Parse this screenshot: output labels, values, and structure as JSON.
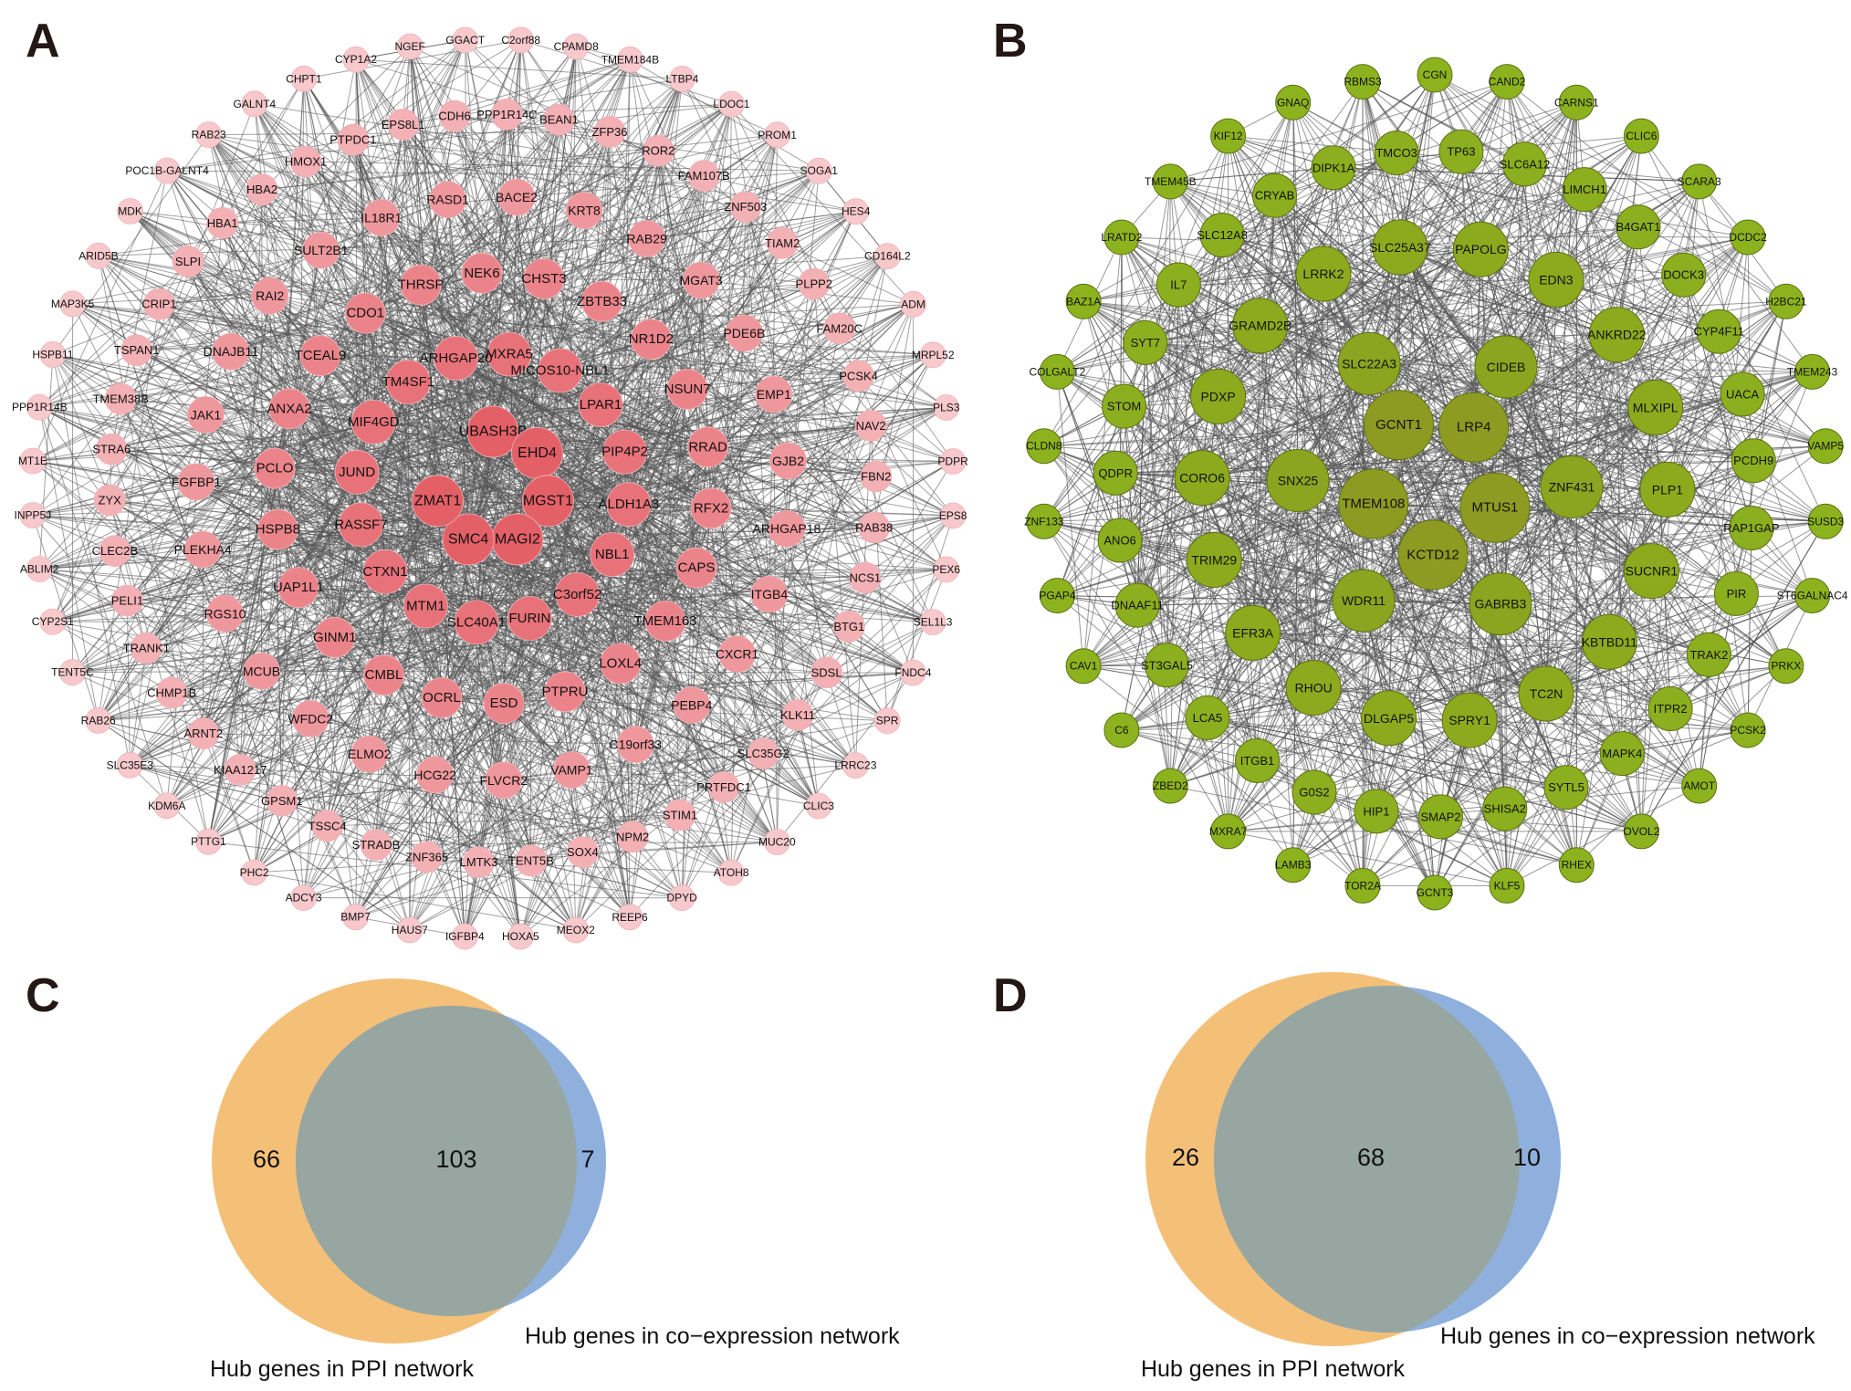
{
  "panels": {
    "A": {
      "letter": "A",
      "node_color_outer": "#f7c9cc",
      "node_color_inner": "#e35a62",
      "nodes": [
        "GGACT",
        "C2orf88",
        "CPAMD8",
        "TMEM184B",
        "LTBP4",
        "LDOC1",
        "PROM1",
        "SOGA1",
        "HES4",
        "CD164L2",
        "ADM",
        "MRPL52",
        "PLS3",
        "PDPR",
        "EPS8",
        "PEX6",
        "SEL1L3",
        "FNDC4",
        "SPR",
        "LRRC23",
        "CLIC3",
        "MUC20",
        "ATOH8",
        "DPYD",
        "REEP6",
        "MEOX2",
        "HOXA5",
        "IGFBP4",
        "HAUS7",
        "BMP7",
        "ADCY3",
        "PHC2",
        "PTTG1",
        "KDM6A",
        "SLC35E3",
        "RAB26",
        "TENT5C",
        "CYP2S1",
        "ABLIM2",
        "INPP5J",
        "MT1E",
        "PPP1R14B",
        "HSPB11",
        "MAP3K5",
        "ARID5B",
        "MDK",
        "POC1B-GALNT4",
        "RAB23",
        "GALNT4",
        "CHPT1",
        "CYP1A2",
        "NGEF",
        "CDH6",
        "PPP1R14C",
        "BEAN1",
        "ZFP36",
        "ROR2",
        "FAM107B",
        "ZNF503",
        "TIAM2",
        "PLPP2",
        "FAM20C",
        "PCSK4",
        "NAV2",
        "FBN2",
        "RAB38",
        "NCS1",
        "BTG1",
        "SDSL",
        "KLK11",
        "SLC35G2",
        "PRTFDC1",
        "STIM1",
        "NPM2",
        "SOX4",
        "TENT5B",
        "LMTK3",
        "ZNF365",
        "STRADB",
        "TSSC4",
        "GPSM1",
        "KIAA1217",
        "ARNT2",
        "CHMP1B",
        "TRANK1",
        "PELI1",
        "CLEC2B",
        "ZYX",
        "STRA6",
        "TMEM38B",
        "TSPAN1",
        "CRIP1",
        "SLPI",
        "HBA1",
        "HBA2",
        "HMOX1",
        "PTPDC1",
        "EPS8L1",
        "BACE2",
        "KRT8",
        "RAB29",
        "MGAT3",
        "PDE6B",
        "EMP1",
        "GJB2",
        "ARHGAP18",
        "ITGB4",
        "CXCR1",
        "PEBP4",
        "C19orf33",
        "VAMP1",
        "FLVCR2",
        "HCG22",
        "ELMO2",
        "WFDC2",
        "MCUB",
        "RGS10",
        "PLEKHA4",
        "FGFBP1",
        "JAK1",
        "DNAJB11",
        "RAI2",
        "SULT2B1",
        "IL18R1",
        "RASD1",
        "NEK6",
        "CHST3",
        "ZBTB33",
        "NR1D2",
        "NSUN7",
        "RRAD",
        "RFX2",
        "CAPS",
        "TMEM163",
        "LOXL4",
        "PTPRU",
        "ESD",
        "OCRL",
        "CMBL",
        "GINM1",
        "UAP1L1",
        "HSPB8",
        "PCLO",
        "ANXA2",
        "TCEAL9",
        "CDO1",
        "THRSP",
        "MXRA5",
        "MICOS10-NBL1",
        "LPAR1",
        "PIP4P2",
        "ALDH1A3",
        "NBL1",
        "C3orf52",
        "FURIN",
        "SLC40A1",
        "MTM1",
        "CTXN1",
        "RASSF7",
        "JUND",
        "MIF4GD",
        "TM4SF1",
        "ARHGAP20",
        "UBASH3B",
        "EHD4",
        "MGST1",
        "MAGI2",
        "SMC4",
        "ZMAT1"
      ]
    },
    "B": {
      "letter": "B",
      "node_color_outer": "#8cb31e",
      "node_color_inner": "#8e9a22",
      "nodes": [
        "CGN",
        "CAND2",
        "CARNS1",
        "CLIC6",
        "SCARA3",
        "DCDC2",
        "H2BC21",
        "TMEM243",
        "VAMP5",
        "SUSD3",
        "ST6GALNAC4",
        "PRKX",
        "PCSK2",
        "AMOT",
        "OVOL2",
        "RHEX",
        "KLF5",
        "GCNT3",
        "TOR2A",
        "LAMB3",
        "MXRA7",
        "ZBED2",
        "C6",
        "CAV1",
        "PGAP4",
        "ZNF133",
        "CLDN8",
        "COLGALT2",
        "BAZ1A",
        "LRATD2",
        "TMEM45B",
        "KIF12",
        "GNAQ",
        "RBMS3",
        "TMCO3",
        "TP63",
        "SLC6A12",
        "LIMCH1",
        "B4GAT1",
        "DOCK3",
        "CYP4F11",
        "UACA",
        "PCDH9",
        "RAP1GAP",
        "PIR",
        "TRAK2",
        "ITPR2",
        "MAPK4",
        "SYTL5",
        "SHISA2",
        "SMAP2",
        "HIP1",
        "G0S2",
        "ITGB1",
        "LCA5",
        "ST3GAL5",
        "DNAAF11",
        "ANO6",
        "QDPR",
        "STOM",
        "SYT7",
        "IL7",
        "SLC12A8",
        "CRYAB",
        "DIPK1A",
        "SLC25A37",
        "PAPOLG",
        "EDN3",
        "ANKRD22",
        "MLXIPL",
        "PLP1",
        "SUCNR1",
        "KBTBD11",
        "TC2N",
        "SPRY1",
        "DLGAP5",
        "RHOU",
        "EFR3A",
        "TRIM29",
        "CORO6",
        "PDXP",
        "GRAMD2B",
        "LRRK2",
        "SLC22A3",
        "CIDEB",
        "ZNF431",
        "GABRB3",
        "WDR11",
        "SNX25",
        "GCNT1",
        "LRP4",
        "MTUS1",
        "KCTD12",
        "TMEM108"
      ]
    },
    "C": {
      "letter": "C",
      "left_only": "66",
      "overlap": "103",
      "right_only": "7",
      "left_label": "Hub genes in PPI network",
      "right_label": "Hub genes in co−expression network"
    },
    "D": {
      "letter": "D",
      "left_only": "26",
      "overlap": "68",
      "right_only": "10",
      "left_label": "Hub genes in PPI network",
      "right_label": "Hub genes in co−expression network"
    }
  },
  "colors": {
    "venn_left": "#f4c078",
    "venn_right": "#8fb0dc",
    "venn_overlap": "#97a6a1",
    "edge": "#555555"
  }
}
